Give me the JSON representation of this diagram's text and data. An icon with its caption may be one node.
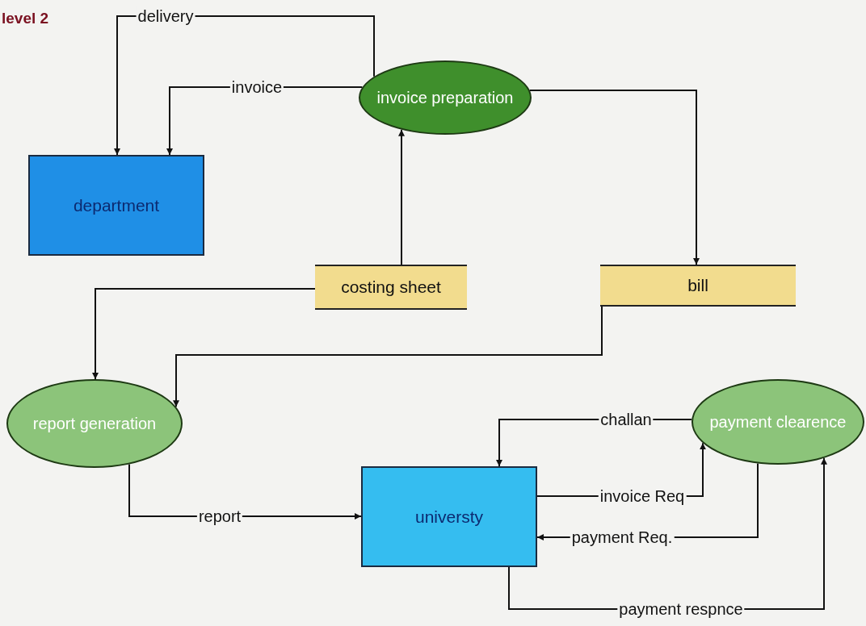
{
  "diagram": {
    "nodes": [
      {
        "text": [
          "invoice preparation"
        ]
      },
      {
        "text": [
          "department"
        ]
      },
      {
        "text": [
          "costing sheet"
        ]
      },
      {
        "text": [
          "bill"
        ]
      },
      {
        "text": [
          "report generation"
        ]
      },
      {
        "text": [
          "universty"
        ]
      },
      {
        "text": [
          "payment clearence"
        ]
      }
    ],
    "edges": [
      {
        "from": 0,
        "to": 1,
        "arrow": "to",
        "label": "delivery"
      },
      {
        "from": 0,
        "to": 1,
        "arrow": "to",
        "label": "invoice"
      },
      {
        "from": 0,
        "to": 3,
        "arrow": "to"
      },
      {
        "from": 2,
        "to": 0,
        "arrow": "to"
      },
      {
        "from": 2,
        "to": 4,
        "arrow": "to"
      },
      {
        "from": 3,
        "to": 4,
        "arrow": "to"
      },
      {
        "from": 4,
        "to": 5,
        "arrow": "to",
        "label": "report"
      },
      {
        "from": 6,
        "to": 5,
        "arrow": "to",
        "label": "challan"
      },
      {
        "from": 5,
        "to": 6,
        "arrow": "to",
        "label": "invoice Req"
      },
      {
        "from": 6,
        "to": 5,
        "arrow": "to",
        "label": "payment Req."
      },
      {
        "from": 5,
        "to": 6,
        "arrow": "to",
        "label": "payment respnce"
      }
    ],
    "labels": [
      "level 2"
    ]
  }
}
